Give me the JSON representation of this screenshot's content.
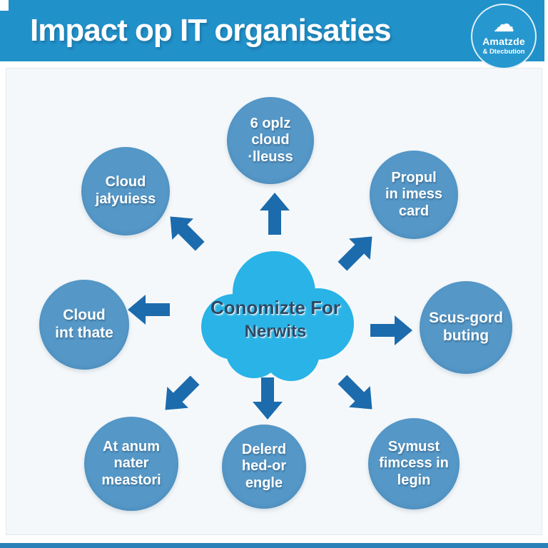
{
  "header": {
    "title": "Impact op IT organisaties",
    "logo": {
      "icon": "cloud-icon",
      "name": "Amatzde",
      "tagline": "& Dtecbution"
    }
  },
  "diagram": {
    "center_cloud": {
      "line1": "Conomizte For",
      "line2": "Nerwits"
    },
    "nodes": [
      {
        "position": "top",
        "text": "6 oplz\ncloud\n·lleuss"
      },
      {
        "position": "top-right",
        "text": "Propul\nin imess\ncard"
      },
      {
        "position": "right",
        "text": "Scus-gord\nbuting"
      },
      {
        "position": "bottom-right",
        "text": "Symust\nfimcess in\nlegin"
      },
      {
        "position": "bottom",
        "text": "Delerd\nhed-or\nengle"
      },
      {
        "position": "bottom-left",
        "text": "At anum\nnater\nmeastori"
      },
      {
        "position": "left",
        "text": "Cloud\nint thate"
      },
      {
        "position": "top-left",
        "text": "Cloud\njałyuiess"
      }
    ],
    "arrow_directions": [
      "up",
      "up-right",
      "right",
      "down-right",
      "down",
      "down-left",
      "left",
      "up-left"
    ]
  },
  "colors": {
    "header_blue": "#2191c9",
    "node_blue": "#5598c8",
    "cloud_cyan": "#29b3e6",
    "arrow_blue": "#1c6bad",
    "canvas_bg": "#f5f8fa",
    "bottom_bar_blue": "#2a80b8",
    "cloud_text": "#2b4a66"
  }
}
